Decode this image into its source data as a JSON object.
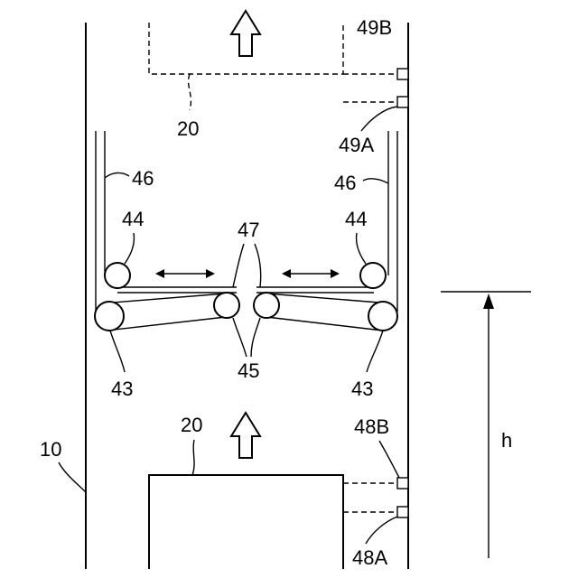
{
  "labels": {
    "wall": "10",
    "object_top": "20",
    "object_bottom": "20",
    "roller_43_left": "43",
    "roller_43_right": "43",
    "roller_44_left": "44",
    "roller_44_right": "44",
    "roller_45": "45",
    "belt_46_left": "46",
    "belt_46_right": "46",
    "gap_47": "47",
    "sensor_48a": "48A",
    "sensor_48b": "48B",
    "sensor_49a": "49A",
    "sensor_49b": "49B",
    "height": "h"
  }
}
